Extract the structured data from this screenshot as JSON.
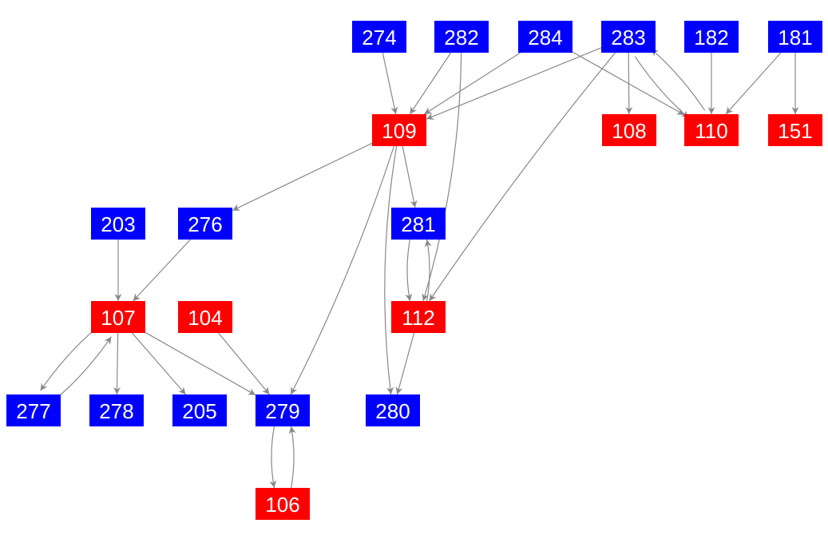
{
  "colors": {
    "source": "#0000ff",
    "sink": "#ff0000",
    "edge": "#888888",
    "label": "#ffffff"
  },
  "nodes": [
    {
      "id": "274",
      "type": "source"
    },
    {
      "id": "282",
      "type": "source"
    },
    {
      "id": "284",
      "type": "source"
    },
    {
      "id": "283",
      "type": "source"
    },
    {
      "id": "182",
      "type": "source"
    },
    {
      "id": "181",
      "type": "source"
    },
    {
      "id": "109",
      "type": "sink"
    },
    {
      "id": "108",
      "type": "sink"
    },
    {
      "id": "110",
      "type": "sink"
    },
    {
      "id": "151",
      "type": "sink"
    },
    {
      "id": "203",
      "type": "source"
    },
    {
      "id": "276",
      "type": "source"
    },
    {
      "id": "281",
      "type": "source"
    },
    {
      "id": "107",
      "type": "sink"
    },
    {
      "id": "104",
      "type": "sink"
    },
    {
      "id": "112",
      "type": "sink"
    },
    {
      "id": "277",
      "type": "source"
    },
    {
      "id": "278",
      "type": "source"
    },
    {
      "id": "205",
      "type": "source"
    },
    {
      "id": "279",
      "type": "source"
    },
    {
      "id": "280",
      "type": "source"
    },
    {
      "id": "106",
      "type": "sink"
    }
  ],
  "edges": [
    [
      "274",
      "109"
    ],
    [
      "282",
      "109"
    ],
    [
      "284",
      "109"
    ],
    [
      "283",
      "109"
    ],
    [
      "282",
      "112"
    ],
    [
      "284",
      "110"
    ],
    [
      "283",
      "108"
    ],
    [
      "283",
      "110"
    ],
    [
      "110",
      "283"
    ],
    [
      "182",
      "110"
    ],
    [
      "181",
      "110"
    ],
    [
      "181",
      "151"
    ],
    [
      "283",
      "112"
    ],
    [
      "109",
      "276"
    ],
    [
      "109",
      "281"
    ],
    [
      "109",
      "279"
    ],
    [
      "109",
      "280"
    ],
    [
      "203",
      "107"
    ],
    [
      "276",
      "107"
    ],
    [
      "281",
      "112"
    ],
    [
      "112",
      "281"
    ],
    [
      "112",
      "280"
    ],
    [
      "107",
      "277"
    ],
    [
      "277",
      "107"
    ],
    [
      "107",
      "278"
    ],
    [
      "107",
      "205"
    ],
    [
      "107",
      "279"
    ],
    [
      "104",
      "279"
    ],
    [
      "279",
      "106"
    ],
    [
      "106",
      "279"
    ]
  ]
}
